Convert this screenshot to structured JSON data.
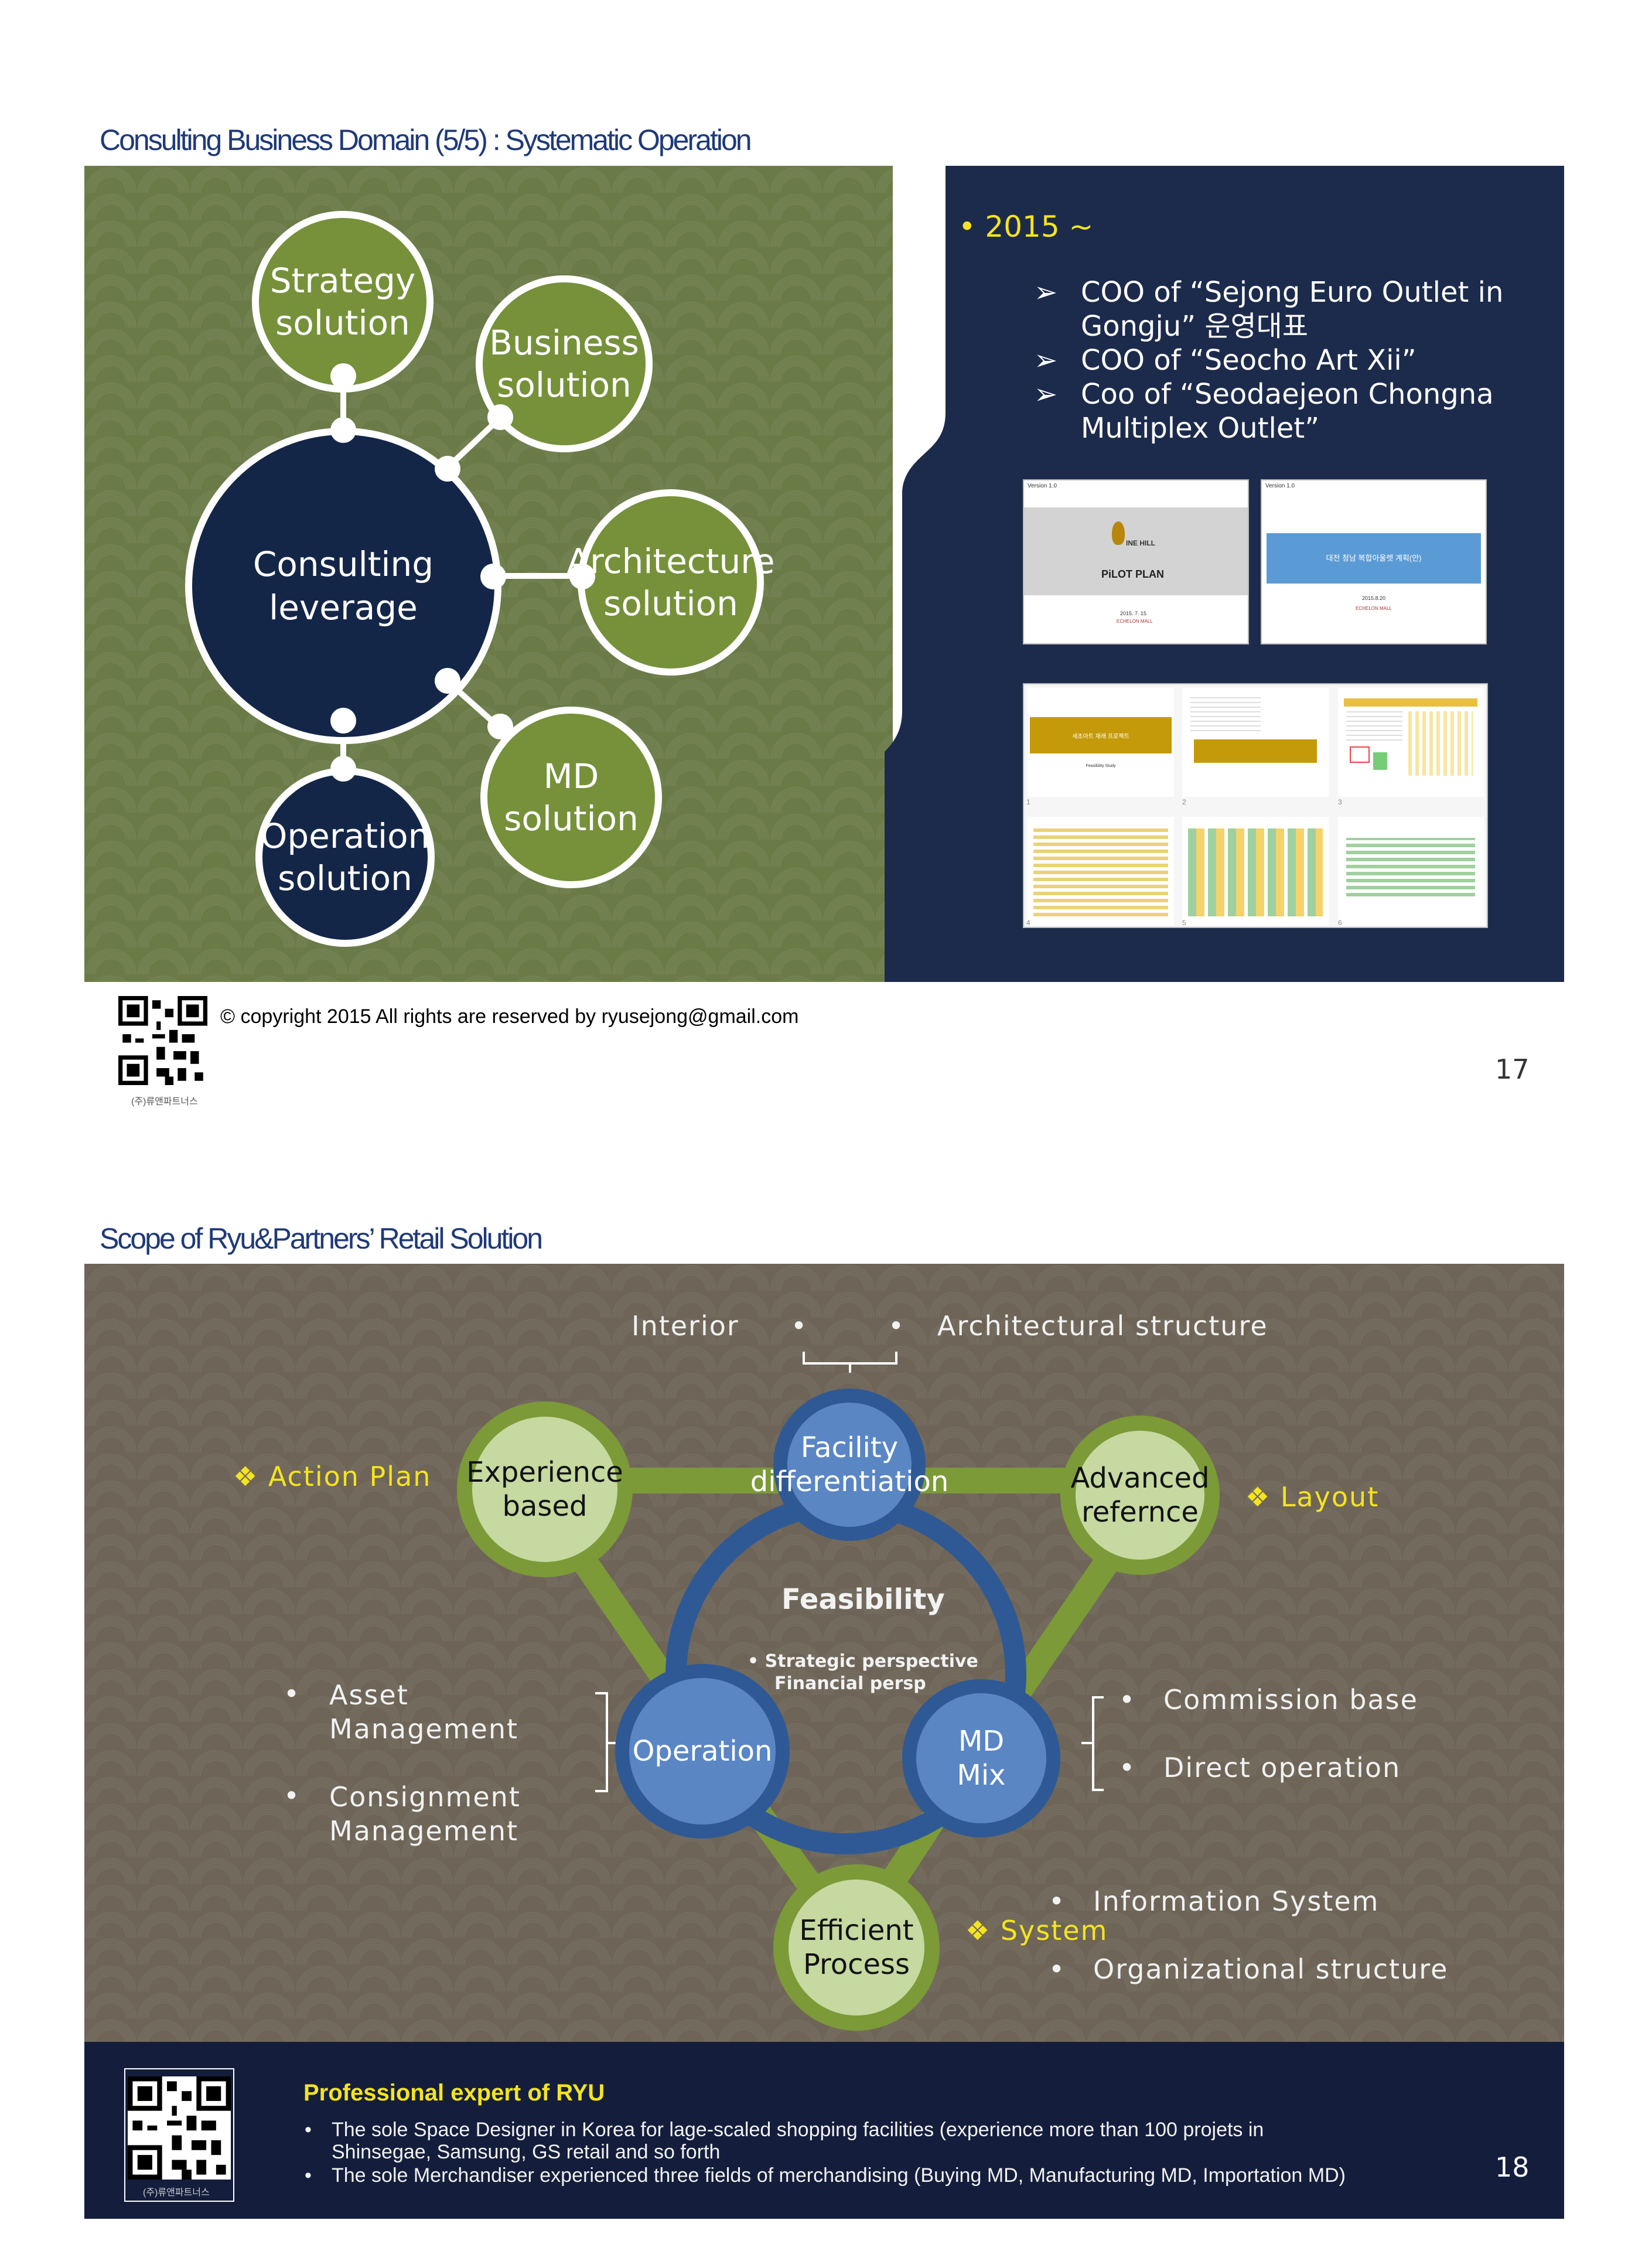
{
  "slide17": {
    "title": "Consulting Business Domain (5/5) : Systematic Operation",
    "nodes": {
      "strategy": [
        "Strategy",
        "solution"
      ],
      "business": [
        "Business",
        "solution"
      ],
      "center": [
        "Consulting",
        "leverage"
      ],
      "architecture": [
        "Architecture",
        "solution"
      ],
      "md": [
        "MD",
        "solution"
      ],
      "operation": [
        "Operation",
        "solution"
      ]
    },
    "year": "• 2015 ~",
    "roles": [
      {
        "arrow": "➢",
        "lines": [
          "COO of  “Sejong Euro Outlet in",
          "Gongju”  운영대표"
        ]
      },
      {
        "arrow": "➢",
        "lines": [
          "COO of  “Seocho Art Xii”"
        ]
      },
      {
        "arrow": "➢",
        "lines": [
          "Coo of  “Seodaejeon Chongna",
          "Multiplex Outlet”"
        ]
      }
    ],
    "thumbs": {
      "t1_version": "Version 1.0",
      "t1_logo": "INE HILL",
      "t1_title": "PiLOT PLAN",
      "t1_date": "2015. 7. 15",
      "t1_company": "ECHELON MALL",
      "t2_version": "Version 1.0",
      "t2_title": "대전 청남 복합아울렛 계획(안)",
      "t2_date": "2015.8.20",
      "t2_company": "ECHELON MALL",
      "t3_title": "세초아트 재래 프로젝트",
      "t3_sub": "Feasibility Study",
      "grid_numbers": [
        "1",
        "2",
        "3",
        "4",
        "5",
        "6"
      ]
    },
    "copyright": "© copyright 2015 All rights are reserved by ryusejong@gmail.com",
    "qr_label": "(주)류앤파트너스",
    "page": "17"
  },
  "slide18": {
    "title": "Scope of Ryu&Partners’  Retail Solution",
    "interior": "Interior",
    "bullet_a": "•",
    "bullet_b": "•",
    "architectural": "Architectural structure",
    "action_plan": "❖ Action Plan",
    "layout": "❖ Layout",
    "system": "❖ System",
    "nodes": {
      "experience": [
        "Experience",
        "based"
      ],
      "facility": [
        "Facility",
        "differentiation"
      ],
      "advanced": [
        "Advanced",
        "refernce"
      ],
      "operation": [
        "Operation"
      ],
      "mdmix": [
        "MD",
        "Mix"
      ],
      "efficient": [
        "Efficient",
        "Process"
      ]
    },
    "feasibility": "Feasibility",
    "feas_items": [
      "• Strategic perspective",
      "Financial perspective"
    ],
    "left_items": [
      [
        "Asset",
        "Management"
      ],
      [
        "Consignment",
        "Management"
      ]
    ],
    "right_items": [
      "Commission base",
      "Direct operation"
    ],
    "system_items": [
      "Information System",
      "Organizational structure"
    ],
    "footer_title": "Professional expert of RYU",
    "footer_items": [
      [
        "The sole Space Designer in Korea for lage-scaled shopping facilities (experience more than 100 projets in",
        "Shinsegae, Samsung, GS retail and so forth"
      ],
      [
        "The sole Merchandiser experienced three fields of merchandising (Buying MD, Manufacturing MD, Importation MD)"
      ]
    ],
    "qr_label": "(주)류앤파트너스",
    "page": "18"
  }
}
